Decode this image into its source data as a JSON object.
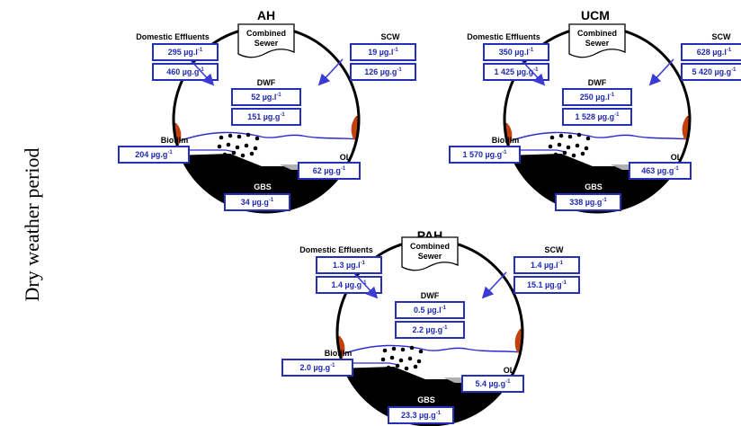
{
  "side_label": "Dry weather period",
  "units": {
    "conc": "µg.l",
    "mass": "µg.g",
    "exp": "-1"
  },
  "labels": {
    "domestic": "Domestic Effluents",
    "scw": "SCW",
    "dwf": "DWF",
    "biofilm": "Biofilm",
    "ol": "OL",
    "gbs": "GBS",
    "sewer_line1": "Combined",
    "sewer_line2": "Sewer"
  },
  "panels": [
    {
      "id": "ah",
      "title": "AH",
      "domestic": [
        "295",
        "460"
      ],
      "scw": [
        "19",
        "126"
      ],
      "dwf": [
        "52",
        "151"
      ],
      "biofilm": "204",
      "ol": "62",
      "gbs": "34"
    },
    {
      "id": "ucm",
      "title": "UCM",
      "domestic": [
        "350",
        "1 425"
      ],
      "scw": [
        "628",
        "5 420"
      ],
      "dwf": [
        "250",
        "1 528"
      ],
      "biofilm": "1 570",
      "ol": "463",
      "gbs": "338"
    },
    {
      "id": "pah",
      "title": "PAH",
      "domestic": [
        "1.3",
        "1.4"
      ],
      "scw": [
        "1.4",
        "15.1"
      ],
      "dwf": [
        "0.5",
        "2.2"
      ],
      "biofilm": "2.0",
      "ol": "5.4",
      "gbs": "23.3"
    }
  ],
  "colors": {
    "box_border": "#2430b8",
    "value_text": "#1f2ab4",
    "water_line": "#2a2ad0",
    "arrow": "#3a3ad6",
    "biofilm": "#c2410c",
    "organic_layer": "#b0b0b0",
    "sediment": "#000000"
  }
}
